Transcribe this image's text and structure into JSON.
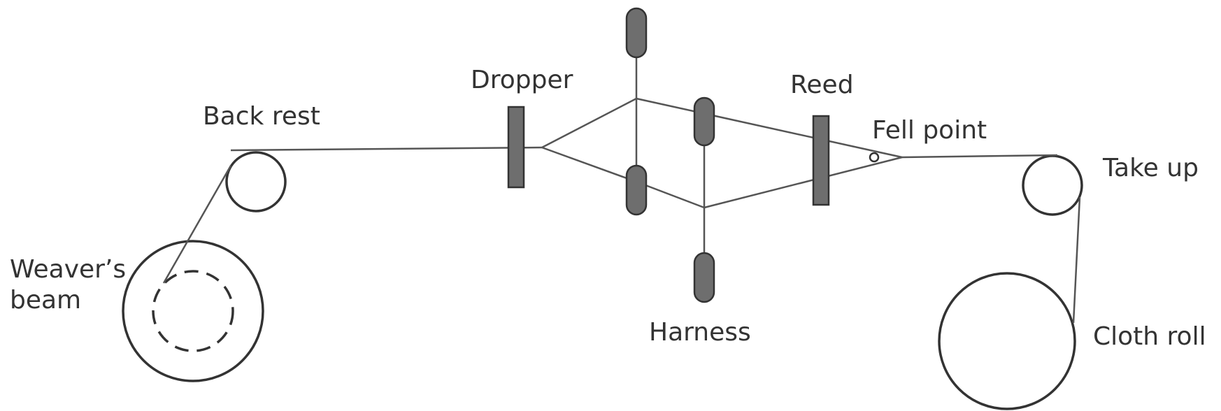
{
  "labels": {
    "dropper": "Dropper",
    "reed": "Reed",
    "back_rest": "Back rest",
    "fell_point": "Fell point",
    "take_up": "Take up",
    "weavers_beam_line1": "Weaver’s",
    "weavers_beam_line2": "beam",
    "harness": "Harness",
    "cloth_roll": "Cloth roll"
  },
  "colors": {
    "line": "#555555",
    "part_fill": "#6e6e6e",
    "text": "#333333"
  }
}
